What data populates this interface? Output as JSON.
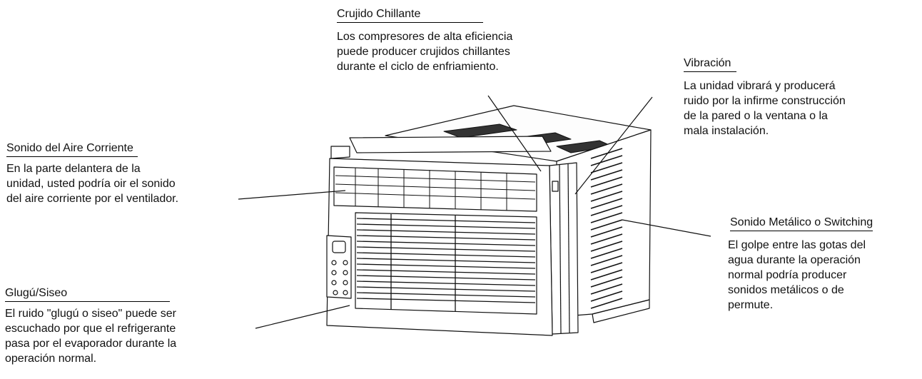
{
  "callouts": {
    "crujido": {
      "title": "Crujido Chillante",
      "text": "Los compresores de alta eficiencia\npuede producer crujidos chillantes\ndurante el ciclo de enfriamiento."
    },
    "vibracion": {
      "title": "Vibración",
      "text": "La unidad vibrará y producerá\nruido por la infirme construcción\nde la pared o la ventana o la\nmala instalación."
    },
    "aire": {
      "title": "Sonido del Aire Corriente",
      "text": "En la parte delantera de la\nunidad, usted podría oir el sonido\ndel aire corriente por el ventilador."
    },
    "metalico": {
      "title": "Sonido Metálico o Switching",
      "text": "El golpe entre las gotas del\nagua durante la operación\nnormal podría producer\nsonidos metálicos o de\npermute."
    },
    "glugu": {
      "title": "Glugú/Siseo",
      "text": "El ruido \"glugú o siseo\" puede ser\nescuchado por que el refrigerante\npasa por el evaporador durante la\noperación normal."
    }
  }
}
